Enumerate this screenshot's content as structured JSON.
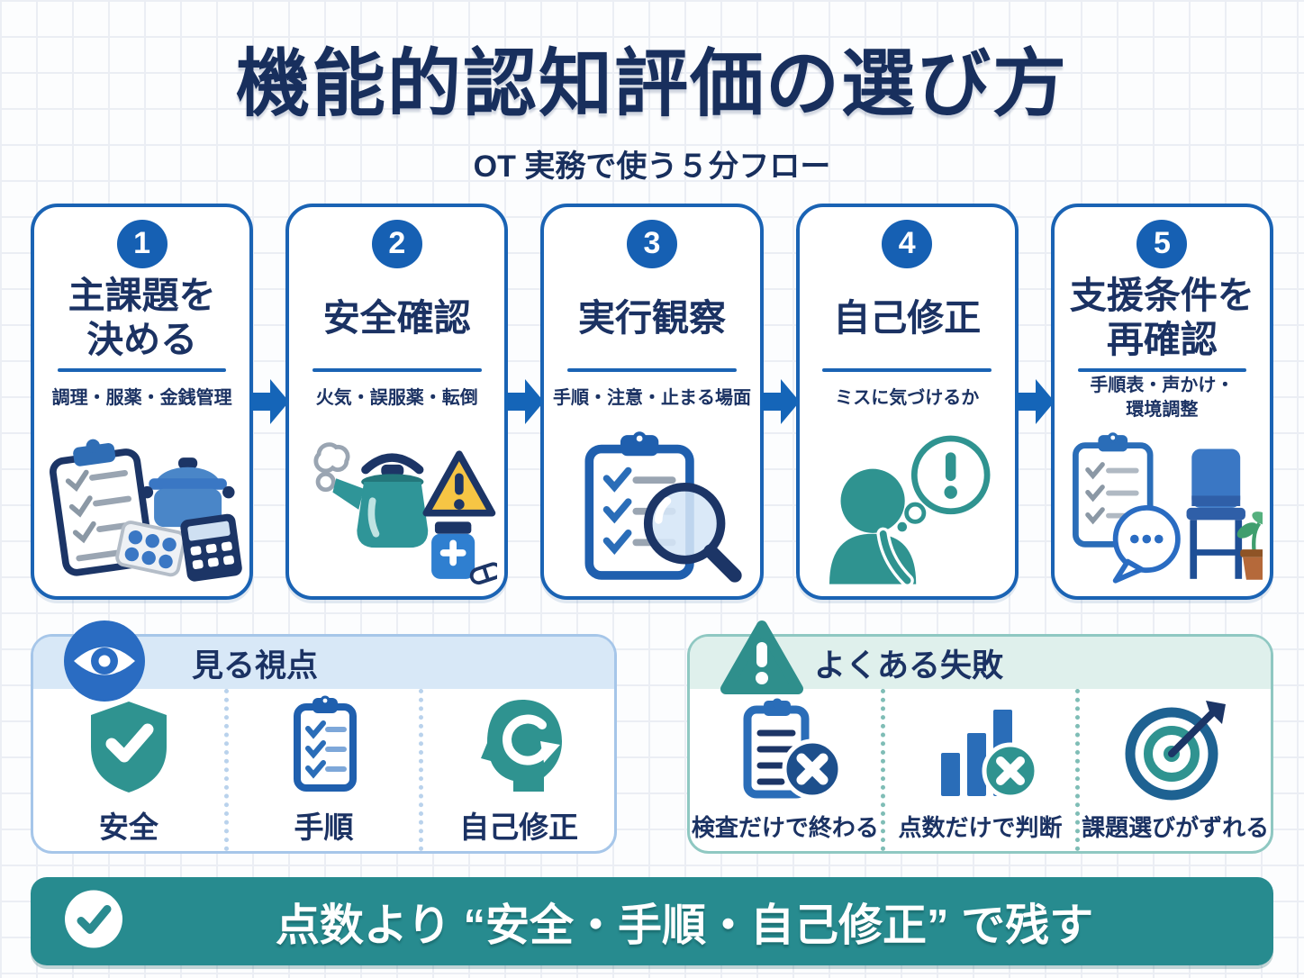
{
  "page": {
    "title": "機能的認知評価の選び方",
    "subtitle": "OT 実務で使う５分フロー"
  },
  "colors": {
    "navy_text": "#1b3263",
    "blue_accent": "#1a63b4",
    "teal_accent": "#2f9390",
    "banner_teal": "#278b8f",
    "warning_yellow": "#f6c544",
    "panel_blue_band": "#d8e8f7",
    "panel_teal_band": "#dff0ec"
  },
  "flow": {
    "steps": [
      {
        "number": "1",
        "title_lines": [
          "主課題を",
          "決める"
        ],
        "note_lines": [
          "調理・服薬・金銭管理"
        ],
        "icons": [
          "checklist-clipboard",
          "cooking-pot",
          "pill-sheet",
          "calculator"
        ]
      },
      {
        "number": "2",
        "title_lines": [
          "安全確認"
        ],
        "note_lines": [
          "火気・誤服薬・転倒"
        ],
        "icons": [
          "steam",
          "kettle",
          "warning-triangle",
          "medicine-bottle",
          "pill"
        ]
      },
      {
        "number": "3",
        "title_lines": [
          "実行観察"
        ],
        "note_lines": [
          "手順・注意・止まる場面"
        ],
        "icons": [
          "checklist-clipboard",
          "magnifier"
        ]
      },
      {
        "number": "4",
        "title_lines": [
          "自己修正"
        ],
        "note_lines": [
          "ミスに気づけるか"
        ],
        "icons": [
          "thinking-person",
          "exclamation-thought-bubble"
        ]
      },
      {
        "number": "5",
        "title_lines": [
          "支援条件を",
          "再確認"
        ],
        "note_lines": [
          "手順表・声かけ・",
          "環境調整"
        ],
        "icons": [
          "checklist-clipboard",
          "speech-bubble",
          "chair",
          "potted-plant"
        ]
      }
    ]
  },
  "viewpoints_panel": {
    "header": "見る視点",
    "header_icon": "eye-icon",
    "items": [
      {
        "label": "安全",
        "icon": "shield-check-icon"
      },
      {
        "label": "手順",
        "icon": "checklist-clipboard-icon"
      },
      {
        "label": "自己修正",
        "icon": "head-refresh-icon"
      }
    ]
  },
  "failures_panel": {
    "header": "よくある失敗",
    "header_icon": "warning-triangle-icon",
    "items": [
      {
        "label": "検査だけで終わる",
        "icon": "clipboard-cross-icon"
      },
      {
        "label": "点数だけで判断",
        "icon": "bar-chart-cross-icon"
      },
      {
        "label": "課題選びがずれる",
        "icon": "target-arrow-icon"
      }
    ]
  },
  "banner": {
    "icon": "check-circle-icon",
    "text": "点数より “安全・手順・自己修正” で残す"
  }
}
